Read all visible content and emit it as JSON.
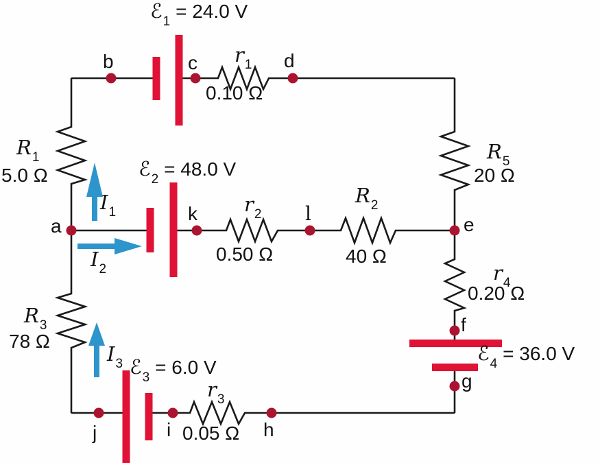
{
  "batteries": [
    {
      "id": "E1",
      "sym": "ℰ",
      "sub": "1",
      "value": "= 24.0 V"
    },
    {
      "id": "E2",
      "sym": "ℰ",
      "sub": "2",
      "value": "= 48.0 V"
    },
    {
      "id": "E3",
      "sym": "ℰ",
      "sub": "3",
      "value": "= 6.0 V"
    },
    {
      "id": "E4",
      "sym": "ℰ",
      "sub": "4",
      "value": "= 36.0 V"
    }
  ],
  "resistors": [
    {
      "id": "R1",
      "sym": "R",
      "sub": "1",
      "value": "5.0 Ω"
    },
    {
      "id": "r1",
      "sym": "r",
      "sub": "1",
      "value": "0.10 Ω"
    },
    {
      "id": "R2",
      "sym": "R",
      "sub": "2",
      "value": "40 Ω"
    },
    {
      "id": "r2",
      "sym": "r",
      "sub": "2",
      "value": "0.50 Ω"
    },
    {
      "id": "R3",
      "sym": "R",
      "sub": "3",
      "value": "78 Ω"
    },
    {
      "id": "r3",
      "sym": "r",
      "sub": "3",
      "value": "0.05 Ω"
    },
    {
      "id": "r4",
      "sym": "r",
      "sub": "4",
      "value": "0.20 Ω"
    },
    {
      "id": "R5",
      "sym": "R",
      "sub": "5",
      "value": "20 Ω"
    }
  ],
  "currents": [
    {
      "id": "I1",
      "sym": "I",
      "sub": "1",
      "direction": "up"
    },
    {
      "id": "I2",
      "sym": "I",
      "sub": "2",
      "direction": "right"
    },
    {
      "id": "I3",
      "sym": "I",
      "sub": "3",
      "direction": "up"
    }
  ],
  "nodes": [
    {
      "label": "a"
    },
    {
      "label": "b"
    },
    {
      "label": "c"
    },
    {
      "label": "d"
    },
    {
      "label": "e"
    },
    {
      "label": "f"
    },
    {
      "label": "g"
    },
    {
      "label": "h"
    },
    {
      "label": "i"
    },
    {
      "label": "j"
    },
    {
      "label": "k"
    },
    {
      "label": "l"
    }
  ],
  "colors": {
    "wire": "#1a1a1a",
    "battery_plate": "#e01236",
    "node_dot": "#ab1430",
    "current_arrow": "#2d95cc",
    "text": "#121212"
  }
}
